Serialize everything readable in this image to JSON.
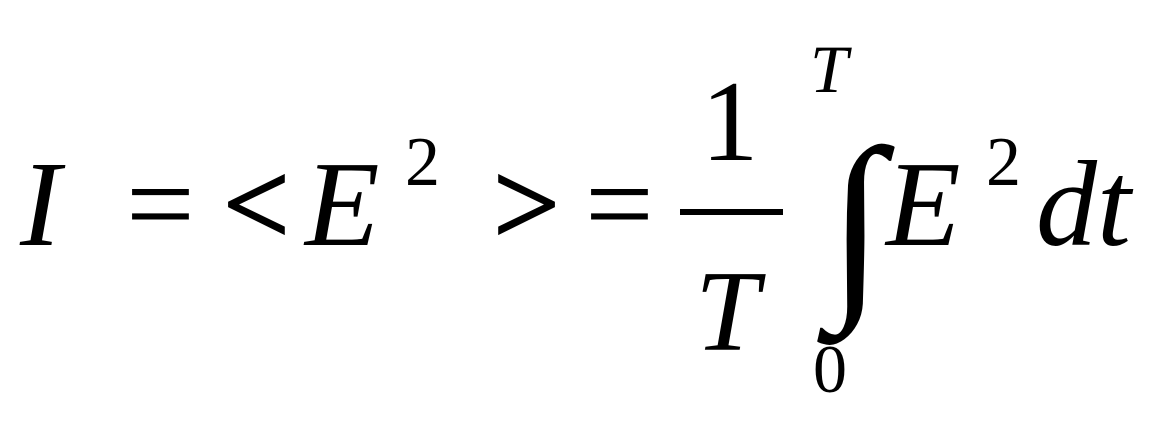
{
  "equation": {
    "lhs_symbol": "I",
    "equals_1": "=",
    "langle": "<",
    "E_1": "E",
    "exp_1": "2",
    "rangle": ">",
    "equals_2": "=",
    "frac_numerator": "1",
    "frac_denominator": "T",
    "integral_sign": "∫",
    "upper_limit": "T",
    "lower_limit": "0",
    "E_2": "E",
    "exp_2": "2",
    "differential": "dt"
  }
}
